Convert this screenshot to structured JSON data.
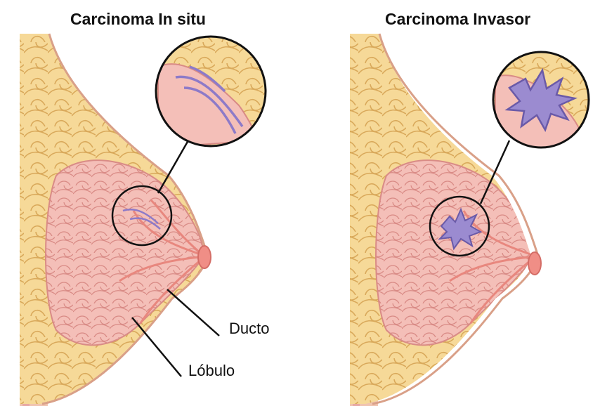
{
  "diagram": {
    "panels": [
      {
        "title": "Carcinoma  In situ"
      },
      {
        "title": "Carcinoma Invasor"
      }
    ],
    "labels": {
      "ducto": "Ducto",
      "lobulo": "Lóbulo"
    }
  },
  "colors": {
    "fat": "#f6d998",
    "fat_edge": "#d9a95b",
    "gland": "#f4bfb8",
    "gland_edge": "#d98b86",
    "duct": "#e8877e",
    "skin": "#f0c4b0",
    "tumor": "#9b8bd0",
    "tumor_edge": "#6a5aa8",
    "nipple": "#f08e86"
  }
}
